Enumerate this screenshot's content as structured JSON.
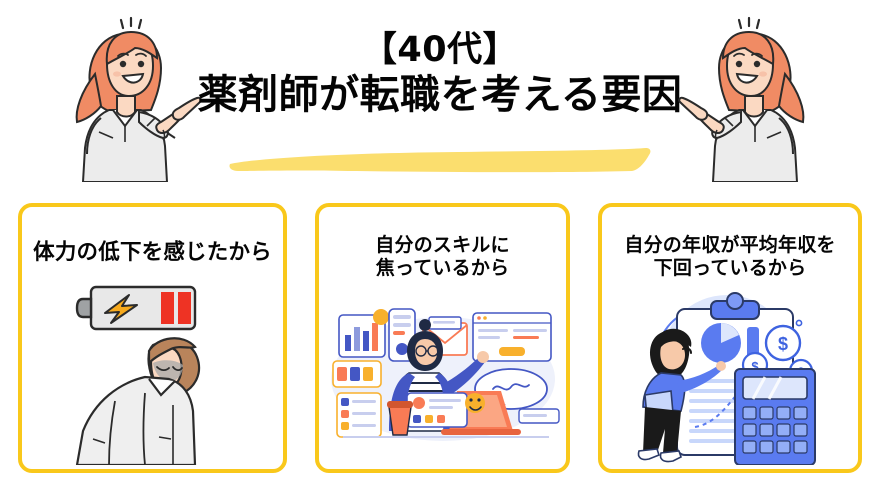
{
  "page": {
    "background_color": "#ffffff",
    "accent_yellow": "#F9C81B",
    "brush_yellow": "#FBDE6E",
    "text_color": "#050505"
  },
  "header": {
    "title_line_1": "【40代】",
    "title_line_2": "薬剤師が転職を考える要因",
    "underline_icon": "brush-stroke-underline"
  },
  "characters": {
    "left": {
      "icon": "woman-pointing-right-illustration",
      "hair_color": "#F08B64",
      "shirt_color": "#ECECEC",
      "skin_color": "#FBD9C2"
    },
    "right": {
      "icon": "woman-pointing-left-illustration",
      "hair_color": "#F08B64",
      "shirt_color": "#ECECEC",
      "skin_color": "#FBD9C2"
    }
  },
  "cards": [
    {
      "id": "card-1",
      "title": "体力の低下を感じたから",
      "title_lines": [
        "体力の低下を感じたから"
      ],
      "illustration": "low-battery-tired-person-illustration",
      "illustration_parts": [
        "battery-icon",
        "lightning-bolt-icon",
        "exhausted-man-icon"
      ],
      "battery_bar_color": "#EE3324",
      "bolt_color": "#F7AA1D"
    },
    {
      "id": "card-2",
      "title": "自分のスキルに焦っているから",
      "title_lines": [
        "自分のスキルに",
        "焦っているから"
      ],
      "illustration": "busy-multitasking-workspace-illustration",
      "illustration_parts": [
        "laptop-icon",
        "envelope-icon",
        "chat-bubble-icon",
        "bar-chart-icon",
        "checklist-icon",
        "coffee-cup-icon",
        "emoji-icon",
        "woman-working-icon"
      ],
      "primary_color": "#4457C4",
      "secondary_color": "#F97B55"
    },
    {
      "id": "card-3",
      "title": "自分の年収が平均年収を下回っているから",
      "title_lines": [
        "自分の年収が平均年収を",
        "下回っているから"
      ],
      "illustration": "salary-below-average-illustration",
      "illustration_parts": [
        "clipboard-icon",
        "pie-chart-icon",
        "bar-chart-icon",
        "dollar-coin-icon",
        "calculator-icon",
        "woman-reviewing-icon"
      ],
      "primary_color": "#5A7BF0",
      "secondary_color": "#C8D7FB"
    }
  ]
}
